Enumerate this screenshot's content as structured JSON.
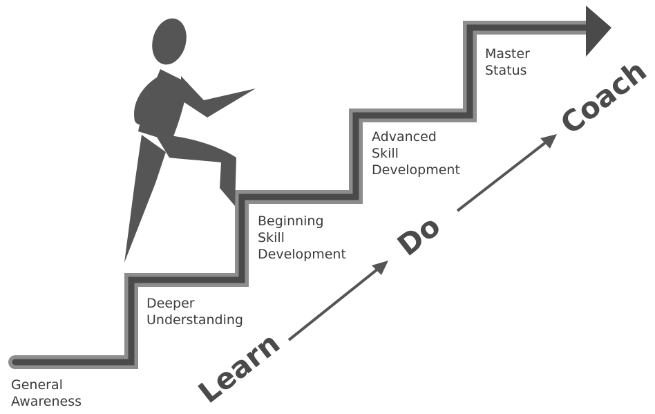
{
  "colors": {
    "stair_outer": "#8d8d8d",
    "stair_inner": "#4a4a4a",
    "figure": "#555555",
    "text": "#3a3a3a",
    "phase_text": "#4a4a4a",
    "arrow": "#555555"
  },
  "stages": [
    {
      "label": "General\nAwareness"
    },
    {
      "label": "Deeper\nUnderstanding"
    },
    {
      "label": "Beginning\nSkill\nDevelopment"
    },
    {
      "label": "Advanced\nSkill\nDevelopment"
    },
    {
      "label": "Master\nStatus"
    }
  ],
  "phases": {
    "learn": "Learn",
    "do": "Do",
    "coach": "Coach"
  }
}
